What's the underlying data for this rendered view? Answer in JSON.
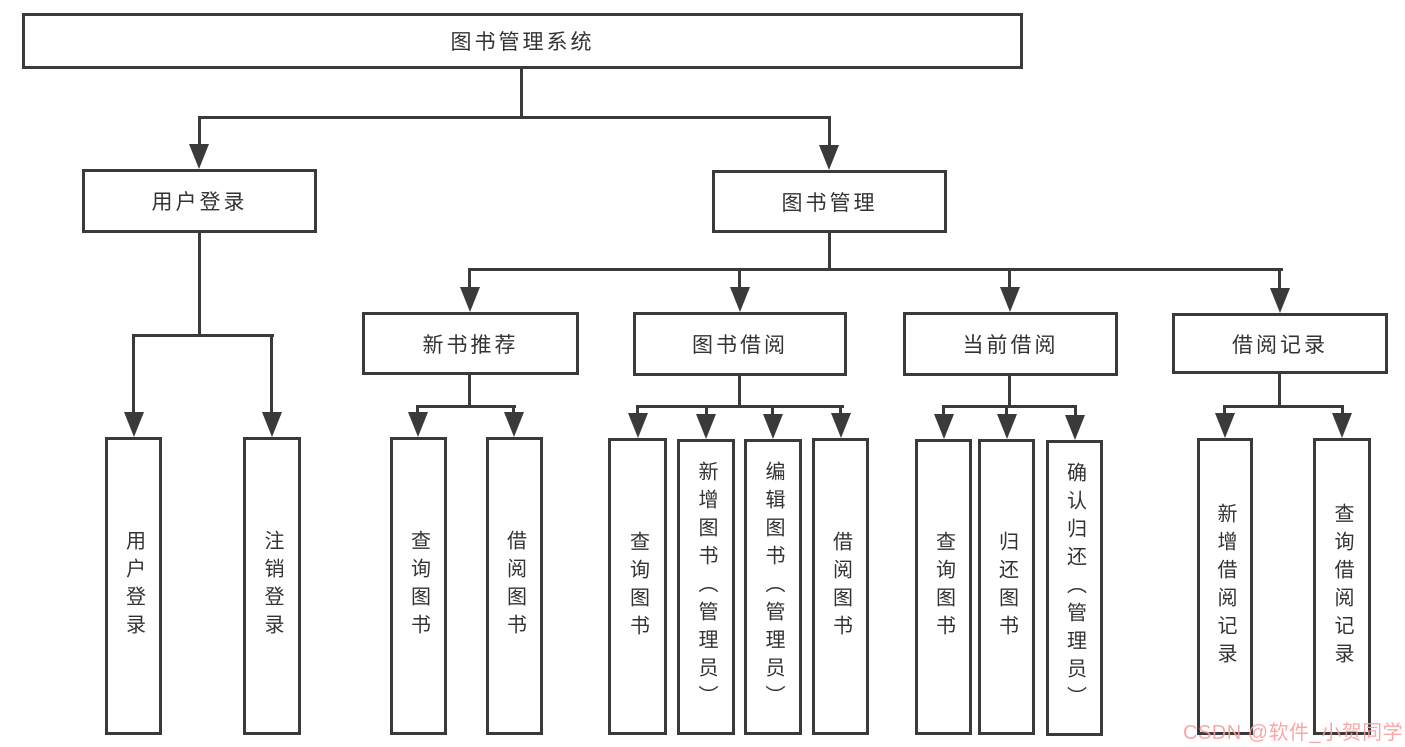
{
  "diagram": {
    "type": "tree",
    "title": "图书管理系统",
    "tree": {
      "label": "图书管理系统",
      "children": [
        {
          "label": "用户登录",
          "children": [
            {
              "label": "用户登录"
            },
            {
              "label": "注销登录"
            }
          ]
        },
        {
          "label": "图书管理",
          "children": [
            {
              "label": "新书推荐",
              "children": [
                {
                  "label": "查询图书"
                },
                {
                  "label": "借阅图书"
                }
              ]
            },
            {
              "label": "图书借阅",
              "children": [
                {
                  "label": "查询图书"
                },
                {
                  "label": "新增图书（管理员）"
                },
                {
                  "label": "编辑图书（管理员）"
                },
                {
                  "label": "借阅图书"
                }
              ]
            },
            {
              "label": "当前借阅",
              "children": [
                {
                  "label": "查询图书"
                },
                {
                  "label": "归还图书"
                },
                {
                  "label": "确认归还（管理员）"
                }
              ]
            },
            {
              "label": "借阅记录",
              "children": [
                {
                  "label": "新增借阅记录"
                },
                {
                  "label": "查询借阅记录"
                }
              ]
            }
          ]
        }
      ]
    },
    "watermark": "CSDN @软件_小贺同学",
    "colors": {
      "line": "#3a3a3a",
      "text": "#333333",
      "watermark": "#fb9e9e",
      "background": "#ffffff"
    }
  }
}
